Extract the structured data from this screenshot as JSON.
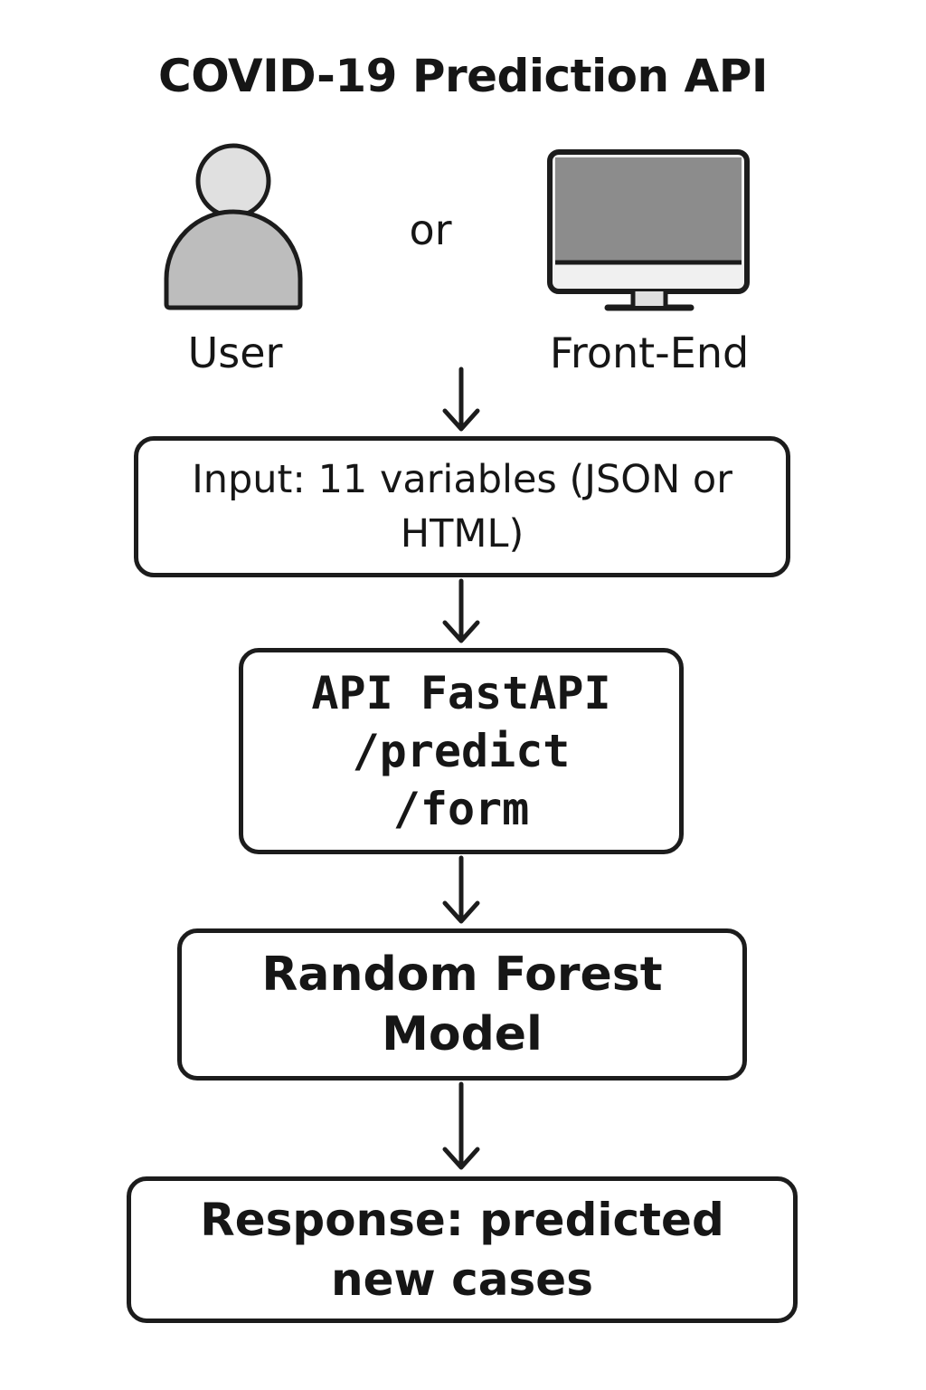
{
  "title": "COVID-19 Prediction API",
  "actors": {
    "user": {
      "label": "User",
      "icon": "user-icon"
    },
    "separator": "or",
    "frontend": {
      "label": "Front-End",
      "icon": "monitor-icon"
    }
  },
  "steps": {
    "input": {
      "lines": [
        "Input: 11 variables (JSON or",
        "HTML)"
      ]
    },
    "api": {
      "lines": [
        "API FastAPI",
        "/predict",
        "/form"
      ]
    },
    "model": {
      "lines": [
        "Random Forest",
        "Model"
      ]
    },
    "response": {
      "lines": [
        "Response: predicted",
        "new cases"
      ]
    }
  },
  "colors": {
    "stroke": "#1c1c1c",
    "icon_fill_light": "#e0e0e0",
    "icon_fill_mid": "#bdbdbd",
    "screen_fill": "#8c8c8c",
    "bezel_fill": "#f0f0f0"
  }
}
